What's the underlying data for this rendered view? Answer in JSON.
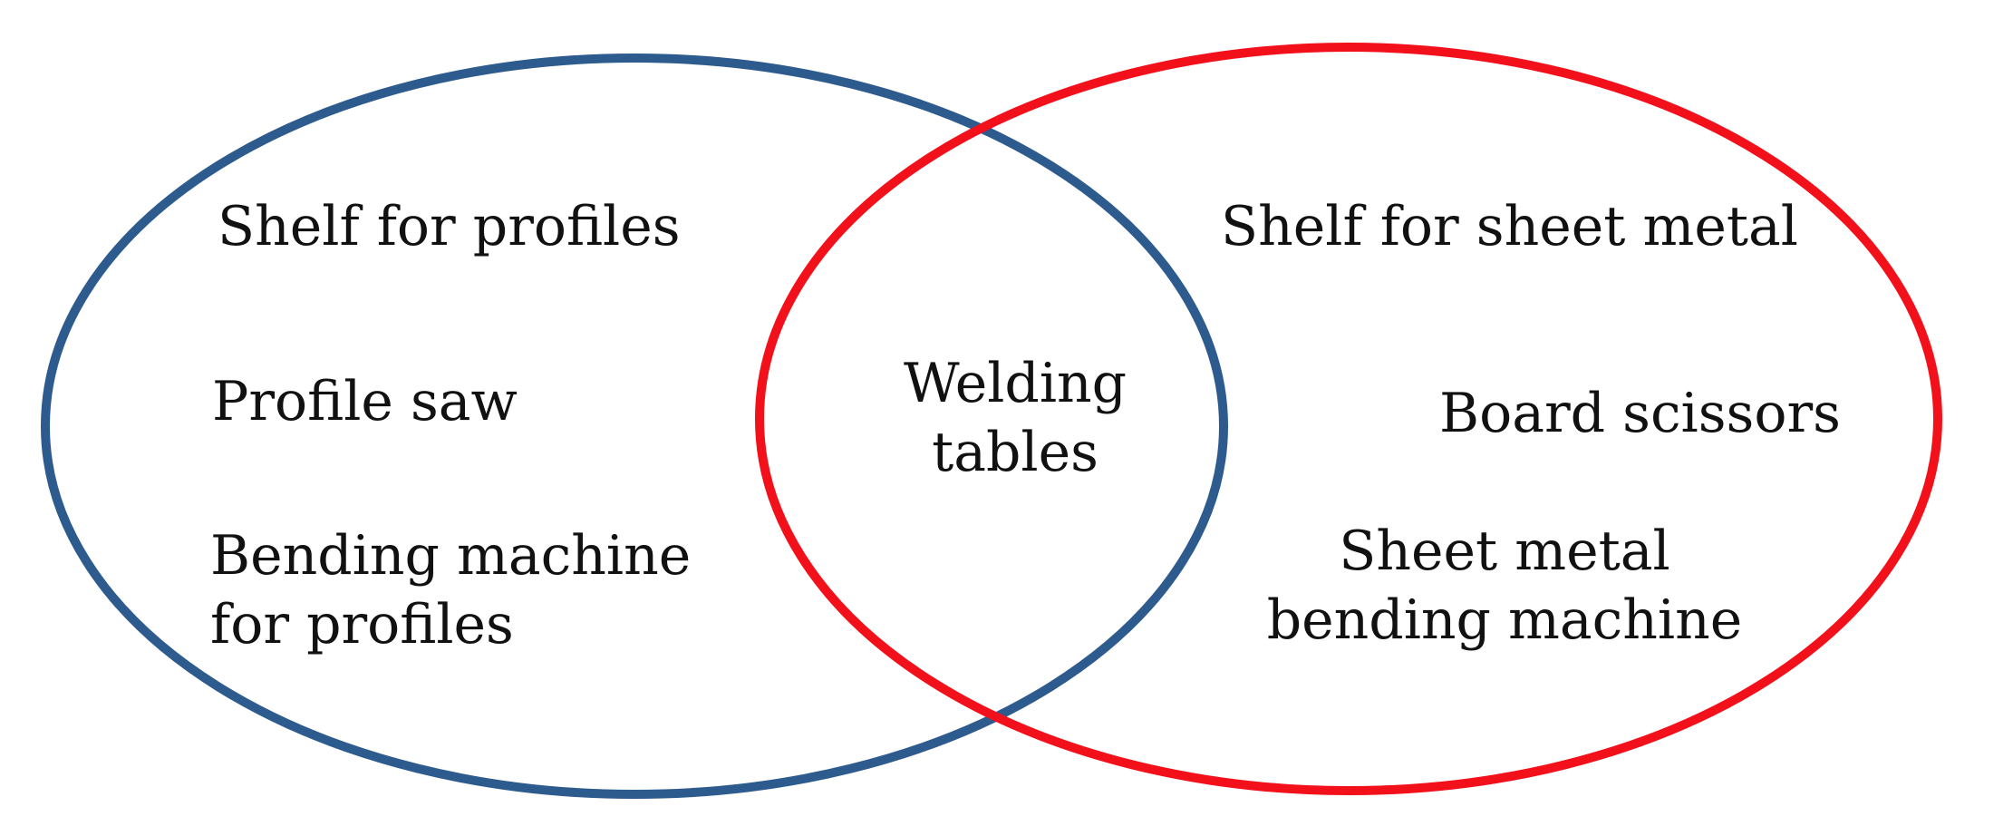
{
  "colors": {
    "left_circle": "#2E5B8E",
    "right_circle": "#F2101B",
    "text": "#111111",
    "background": "#FFFFFF"
  },
  "left_set": {
    "items": [
      {
        "lines": [
          "Shelf for profiles"
        ]
      },
      {
        "lines": [
          "Profile saw"
        ]
      },
      {
        "lines": [
          "Bending machine",
          "for profiles"
        ]
      }
    ]
  },
  "intersection": {
    "lines": [
      "Welding",
      "tables"
    ]
  },
  "right_set": {
    "items": [
      {
        "lines": [
          "Shelf for sheet metal"
        ]
      },
      {
        "lines": [
          "Board scissors"
        ]
      },
      {
        "lines": [
          "Sheet metal",
          "bending machine"
        ]
      }
    ]
  }
}
